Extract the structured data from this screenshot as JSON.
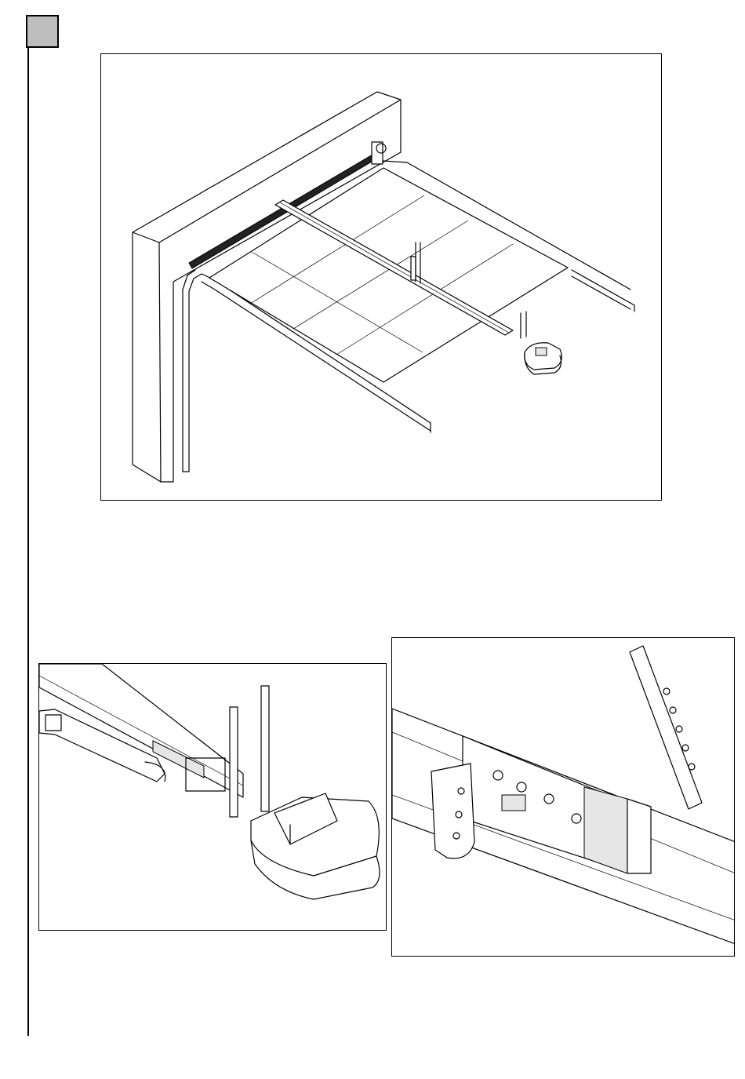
{
  "page": {
    "section_tab_label": ""
  },
  "figures": {
    "main": {
      "content": "garage-door-overview-illustration"
    },
    "left_detail": {
      "content": "operator-rail-connection-illustration"
    },
    "right_detail": {
      "content": "rail-carriage-closeup-illustration"
    }
  },
  "colors": {
    "line": "#000000",
    "tab_fill": "#bdbdbd",
    "background": "#ffffff"
  }
}
